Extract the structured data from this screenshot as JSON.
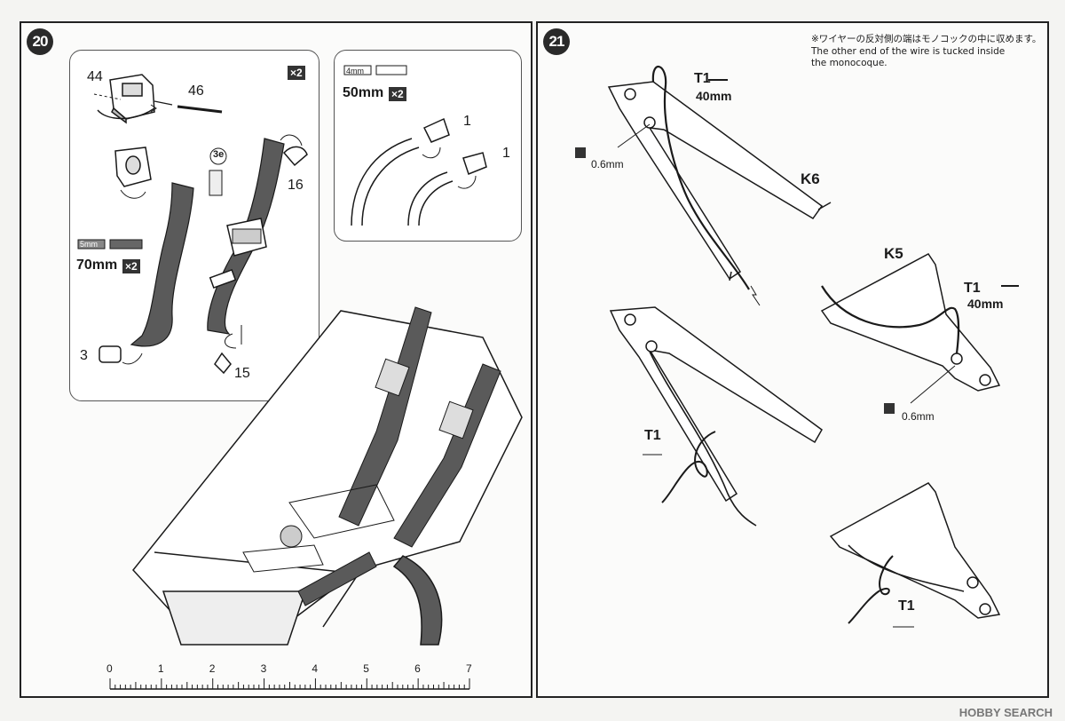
{
  "step20": {
    "number": "20",
    "top_left_box": {
      "labels": [
        "44",
        "46",
        "3e",
        "16",
        "15",
        "3"
      ],
      "qty": "×2",
      "strip": {
        "width_tag": "5mm",
        "length": "70mm",
        "qty": "×2"
      }
    },
    "top_right_box": {
      "strip": {
        "width_tag": "4mm",
        "length": "50mm",
        "qty": "×2"
      },
      "labels": [
        "1",
        "1"
      ]
    },
    "ruler": {
      "ticks": [
        "0",
        "1",
        "2",
        "3",
        "4",
        "5",
        "6",
        "7"
      ]
    }
  },
  "step21": {
    "number": "21",
    "note_jp": "※ワイヤーの反対側の端はモノコックの中に収めます。",
    "note_en_line1": "The other end of the wire is tucked inside",
    "note_en_line2": "the monocoque.",
    "part_k6": "K6",
    "part_k5": "K5",
    "wire_top": {
      "code": "T1",
      "length": "40mm",
      "drill": "0.6mm"
    },
    "wire_mid": {
      "code": "T1",
      "length": "40mm",
      "drill": "0.6mm"
    },
    "t1_lower_left": "T1",
    "t1_lower_right": "T1"
  },
  "watermark": "HOBBY SEARCH",
  "colors": {
    "line": "#1a1a1a",
    "strap": "#5a5a5a",
    "panel_bg": "#fbfbfa"
  }
}
